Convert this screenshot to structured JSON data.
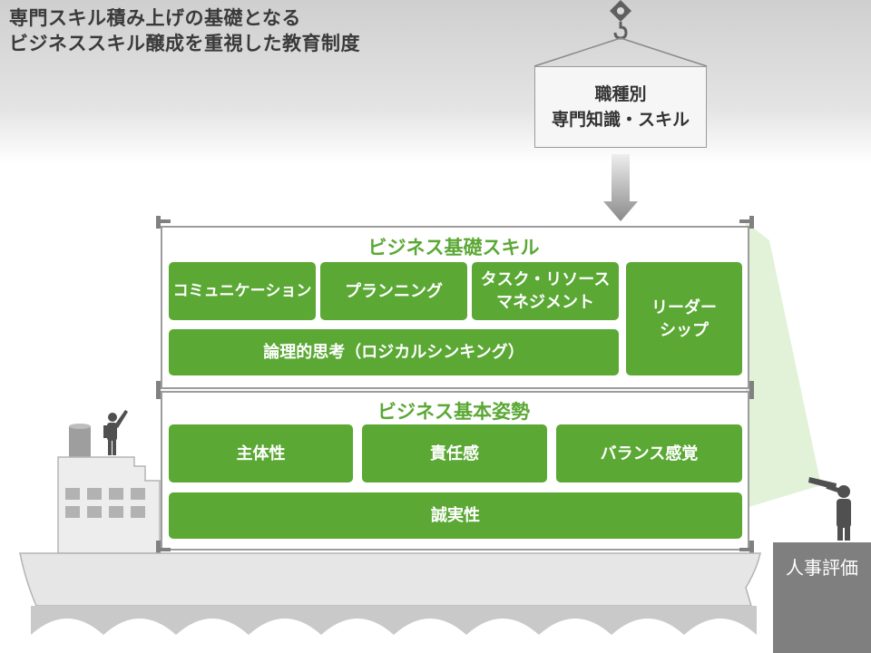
{
  "title": {
    "line1": "専門スキル積み上げの基礎となる",
    "line2": "ビジネススキル醸成を重視した教育制度"
  },
  "crane_package": {
    "line1": "職種別",
    "line2": "専門知識・スキル"
  },
  "business_skills": {
    "heading": "ビジネス基礎スキル",
    "communication": "コミュニケーション",
    "planning": "プランニング",
    "task_line1": "タスク・リソース",
    "task_line2": "マネジメント",
    "leadership_line1": "リーダー",
    "leadership_line2": "シップ",
    "logical_thinking": "論理的思考（ロジカルシンキング）"
  },
  "business_attitude": {
    "heading": "ビジネス基本姿勢",
    "independence": "主体性",
    "responsibility": "責任感",
    "balance": "バランス感覚",
    "integrity": "誠実性"
  },
  "hr_evaluation": "人事評価",
  "colors": {
    "accent_green": "#5ba835",
    "title_text": "#3a3a3a",
    "hull_gray": "#e6e6e6",
    "hr_label_bg": "#7f7f7f"
  }
}
